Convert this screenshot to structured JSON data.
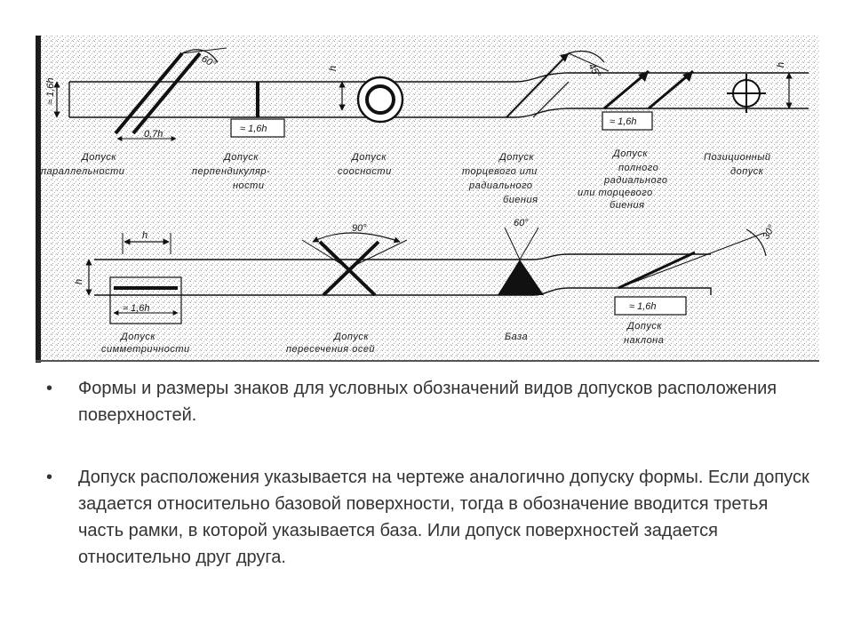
{
  "diagram": {
    "labels": {
      "parallel": [
        "Допуск",
        "параллельности"
      ],
      "perpendicular": [
        "Допуск",
        "перпендикуляр-",
        "ности"
      ],
      "coaxial": [
        "Допуск",
        "соосности"
      ],
      "axial_runout": [
        "Допуск",
        "торцевого или",
        "радиального",
        "биения"
      ],
      "full_runout": [
        "Допуск",
        "полного",
        "радиального",
        "или торцевого",
        "биения"
      ],
      "position": [
        "Позиционный",
        "допуск"
      ],
      "symmetry": [
        "Допуск",
        "симметричности"
      ],
      "intersection": [
        "Допуск",
        "пересечения осей"
      ],
      "base": [
        "База"
      ],
      "inclination": [
        "Допуск",
        "наклона"
      ]
    },
    "dims": {
      "h": "h",
      "h_side": "≈ 1,6h",
      "d_07h": "0,7h",
      "d_16h": "≈ 1,6h",
      "a60": "60°",
      "a45": "45°",
      "a90": "90°",
      "a30": "30°"
    }
  },
  "bullets": [
    "Формы и размеры знаков для условных обозначений видов допусков расположения поверхностей.",
    "Допуск расположения указывается на чертеже аналогично допуску формы. Если допуск задается относительно базовой поверхности, тогда в обозначение вводится третья часть рамки, в которой указывается база. Или допуск поверхностей задается относительно друг друга."
  ]
}
